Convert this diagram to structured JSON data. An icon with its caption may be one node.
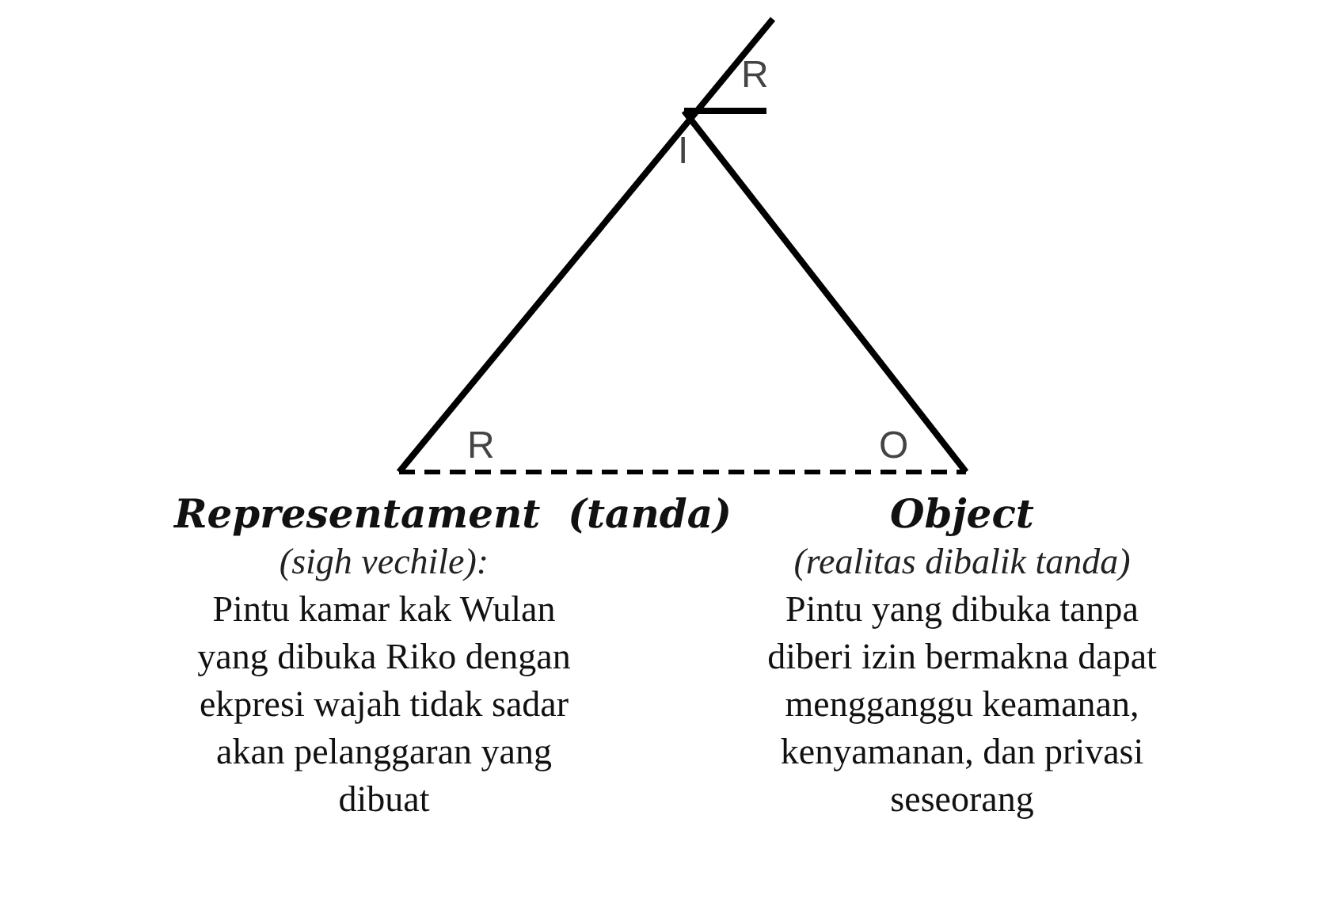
{
  "diagram": {
    "nodes": [
      {
        "text": [
          "Representament  (tanda)",
          "(sigh vechile):",
          "Pintu kamar kak Wulan yang dibuka Riko dengan ekpresi wajah tidak sadar akan pelanggaran yang dibuat"
        ]
      },
      {
        "text": [
          "Object",
          "(realitas dibalik tanda)",
          "Pintu yang dibuka tanpa diberi izin bermakna dapat mengganggu keamanan, kenyamanan, dan privasi seseorang"
        ]
      }
    ],
    "labels": [
      "R",
      "I",
      "R",
      "O"
    ]
  }
}
